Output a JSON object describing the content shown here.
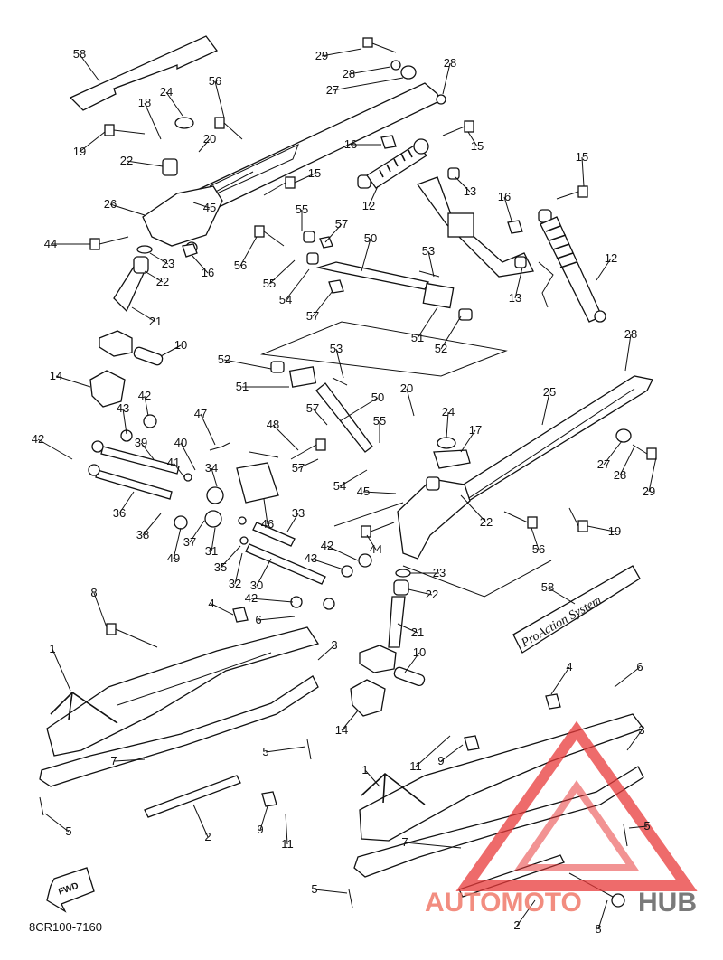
{
  "diagram": {
    "drawing_code": "8CR100-7160",
    "fwd_label": "FWD",
    "brand_label": "ProAction System",
    "watermark": {
      "text_a": "AUTOMOTO",
      "text_b": "HUB",
      "color_a": "#f07a6a",
      "color_b": "#7a7a7a",
      "triangle_color": "#e83a3a"
    },
    "callouts": [
      {
        "id": "c58a",
        "label": "58"
      },
      {
        "id": "c24a",
        "label": "24"
      },
      {
        "id": "c56a",
        "label": "56"
      },
      {
        "id": "c18",
        "label": "18"
      },
      {
        "id": "c19a",
        "label": "19"
      },
      {
        "id": "c20a",
        "label": "20"
      },
      {
        "id": "c22a",
        "label": "22"
      },
      {
        "id": "c26",
        "label": "26"
      },
      {
        "id": "c45a",
        "label": "45"
      },
      {
        "id": "c44a",
        "label": "44"
      },
      {
        "id": "c23a",
        "label": "23"
      },
      {
        "id": "c16a",
        "label": "16"
      },
      {
        "id": "c22b",
        "label": "22"
      },
      {
        "id": "c21a",
        "label": "21"
      },
      {
        "id": "c10a",
        "label": "10"
      },
      {
        "id": "c14a",
        "label": "14"
      },
      {
        "id": "c29a",
        "label": "29"
      },
      {
        "id": "c28a",
        "label": "28"
      },
      {
        "id": "c27a",
        "label": "27"
      },
      {
        "id": "c28b",
        "label": "28"
      },
      {
        "id": "c16b",
        "label": "16"
      },
      {
        "id": "c15a",
        "label": "15"
      },
      {
        "id": "c15b",
        "label": "15"
      },
      {
        "id": "c12a",
        "label": "12"
      },
      {
        "id": "c13a",
        "label": "13"
      },
      {
        "id": "c15c",
        "label": "15"
      },
      {
        "id": "c16c",
        "label": "16"
      },
      {
        "id": "c55a",
        "label": "55"
      },
      {
        "id": "c57a",
        "label": "57"
      },
      {
        "id": "c56b",
        "label": "56"
      },
      {
        "id": "c55b",
        "label": "55"
      },
      {
        "id": "c54a",
        "label": "54"
      },
      {
        "id": "c57b",
        "label": "57"
      },
      {
        "id": "c50a",
        "label": "50"
      },
      {
        "id": "c53a",
        "label": "53"
      },
      {
        "id": "c51a",
        "label": "51"
      },
      {
        "id": "c52a",
        "label": "52"
      },
      {
        "id": "c13b",
        "label": "13"
      },
      {
        "id": "c12b",
        "label": "12"
      },
      {
        "id": "c52b",
        "label": "52"
      },
      {
        "id": "c53b",
        "label": "53"
      },
      {
        "id": "c51b",
        "label": "51"
      },
      {
        "id": "c50b",
        "label": "50"
      },
      {
        "id": "c57c",
        "label": "57"
      },
      {
        "id": "c48",
        "label": "48"
      },
      {
        "id": "c47",
        "label": "47"
      },
      {
        "id": "c43a",
        "label": "43"
      },
      {
        "id": "c42a",
        "label": "42"
      },
      {
        "id": "c42b",
        "label": "42"
      },
      {
        "id": "c39",
        "label": "39"
      },
      {
        "id": "c40",
        "label": "40"
      },
      {
        "id": "c41",
        "label": "41"
      },
      {
        "id": "c34",
        "label": "34"
      },
      {
        "id": "c57d",
        "label": "57"
      },
      {
        "id": "c55c",
        "label": "55"
      },
      {
        "id": "c54b",
        "label": "54"
      },
      {
        "id": "c45b",
        "label": "45"
      },
      {
        "id": "c20b",
        "label": "20"
      },
      {
        "id": "c24b",
        "label": "24"
      },
      {
        "id": "c17",
        "label": "17"
      },
      {
        "id": "c25",
        "label": "25"
      },
      {
        "id": "c28c",
        "label": "28"
      },
      {
        "id": "c27b",
        "label": "27"
      },
      {
        "id": "c28d",
        "label": "28"
      },
      {
        "id": "c29b",
        "label": "29"
      },
      {
        "id": "c36",
        "label": "36"
      },
      {
        "id": "c38",
        "label": "38"
      },
      {
        "id": "c37",
        "label": "37"
      },
      {
        "id": "c46",
        "label": "46"
      },
      {
        "id": "c49",
        "label": "49"
      },
      {
        "id": "c31",
        "label": "31"
      },
      {
        "id": "c33",
        "label": "33"
      },
      {
        "id": "c22c",
        "label": "22"
      },
      {
        "id": "c19b",
        "label": "19"
      },
      {
        "id": "c44b",
        "label": "44"
      },
      {
        "id": "c56c",
        "label": "56"
      },
      {
        "id": "c35",
        "label": "35"
      },
      {
        "id": "c32",
        "label": "32"
      },
      {
        "id": "c43b",
        "label": "43"
      },
      {
        "id": "c42c",
        "label": "42"
      },
      {
        "id": "c30",
        "label": "30"
      },
      {
        "id": "c42d",
        "label": "42"
      },
      {
        "id": "c23b",
        "label": "23"
      },
      {
        "id": "c22d",
        "label": "22"
      },
      {
        "id": "c8a",
        "label": "8"
      },
      {
        "id": "c4a",
        "label": "4"
      },
      {
        "id": "c6a",
        "label": "6"
      },
      {
        "id": "c58b",
        "label": "58"
      },
      {
        "id": "c3a",
        "label": "3"
      },
      {
        "id": "c1a",
        "label": "1"
      },
      {
        "id": "c21b",
        "label": "21"
      },
      {
        "id": "c10b",
        "label": "10"
      },
      {
        "id": "c4b",
        "label": "4"
      },
      {
        "id": "c6b",
        "label": "6"
      },
      {
        "id": "c14b",
        "label": "14"
      },
      {
        "id": "c5a",
        "label": "5"
      },
      {
        "id": "c7a",
        "label": "7"
      },
      {
        "id": "c11a",
        "label": "11"
      },
      {
        "id": "c9a",
        "label": "9"
      },
      {
        "id": "c3b",
        "label": "3"
      },
      {
        "id": "c1b",
        "label": "1"
      },
      {
        "id": "c5b",
        "label": "5"
      },
      {
        "id": "c9b",
        "label": "9"
      },
      {
        "id": "c2a",
        "label": "2"
      },
      {
        "id": "c11b",
        "label": "11"
      },
      {
        "id": "c5c",
        "label": "5"
      },
      {
        "id": "c7b",
        "label": "7"
      },
      {
        "id": "c5d",
        "label": "5"
      },
      {
        "id": "c2b",
        "label": "2"
      },
      {
        "id": "c8b",
        "label": "8"
      }
    ]
  }
}
